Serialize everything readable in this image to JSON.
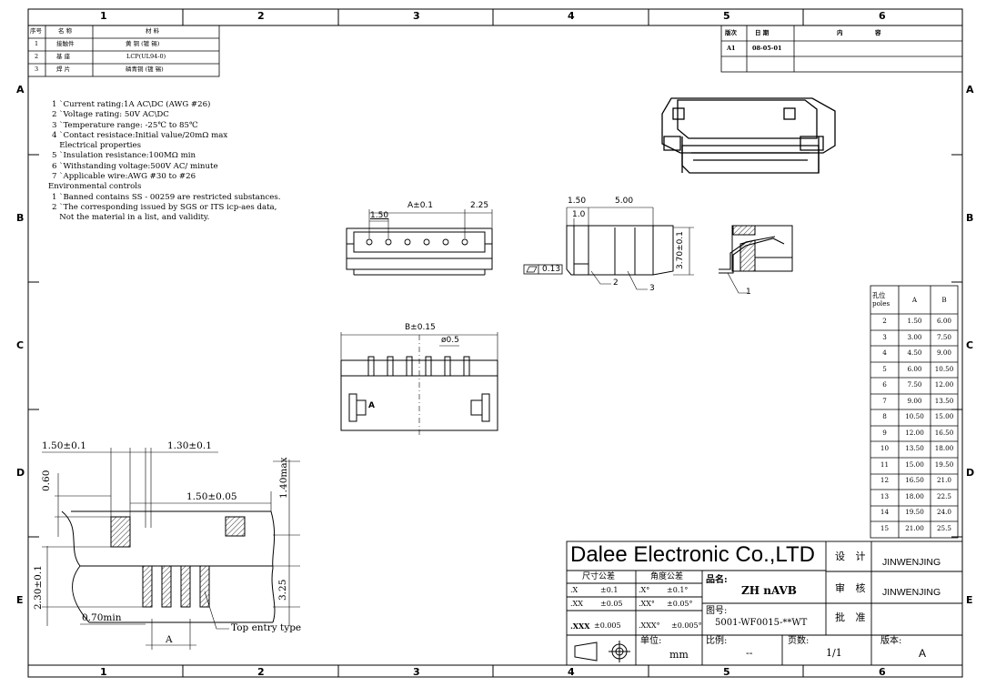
{
  "frame": {
    "cols": [
      "1",
      "2",
      "3",
      "4",
      "5",
      "6"
    ],
    "rows": [
      "A",
      "B",
      "C",
      "D",
      "E"
    ]
  },
  "bom": {
    "headers": [
      "序号",
      "名 称",
      "材 料"
    ],
    "rows": [
      [
        "1",
        "接触件",
        "黄 铜 (镀 锡)"
      ],
      [
        "2",
        "基 座",
        "LCP(UL94-0)"
      ],
      [
        "3",
        "焊 片",
        "磷青铜 (镀 锡)"
      ]
    ]
  },
  "revision": {
    "headers": [
      "版次",
      "日 期",
      "内",
      "容"
    ],
    "rows": [
      [
        "A1",
        "08-05-01",
        ""
      ]
    ]
  },
  "notes": {
    "lines": [
      "1 `Current rating:1A AC\\DC (AWG #26)",
      "2 `Voltage rating: 50V AC\\DC",
      "3 `Temperature range: -25℃ to 85℃",
      "4 `Contact resistace:Initial value/20mΩ max",
      "   Electrical properties",
      "5 `Insulation resistance:100MΩ min",
      "6 `Withstanding voltage:500V AC/ minute",
      "7 `Applicable wire:AWG #30 to #26",
      "Environmental controls",
      "1 `Banned contains SS - 00259 are restricted substances.",
      "2 `The corresponding issued by SGS or ITS icp-aes data,",
      "   Not the material in a list, and validity."
    ]
  },
  "front_view": {
    "dim_a": "A±0.1",
    "dim_225": "2.25",
    "dim_150": "1.50"
  },
  "side_view": {
    "dim_150": "1.50",
    "dim_500": "5.00",
    "dim_10": "1.0",
    "dim_370": "3.70±0.1",
    "flatness": "0.13",
    "callout_2": "2",
    "callout_3": "3"
  },
  "section_view": {
    "callout_1": "1"
  },
  "bottom_view": {
    "dim_b": "B±0.15",
    "dim_hole": "ø0.5",
    "mark_a": "A"
  },
  "pcb_layout": {
    "dim_150_top": "1.50±0.1",
    "dim_130": "1.30±0.1",
    "dim_060": "0.60",
    "dim_140max": "1.40max",
    "dim_150_mid": "1.50±0.05",
    "dim_230": "2.30±0.1",
    "dim_325": "3.25",
    "dim_070": "0.70min",
    "dim_a": "A",
    "top_entry": "Top entry type"
  },
  "pole_table": {
    "headers": [
      "孔位 poles",
      "A",
      "B"
    ],
    "rows": [
      [
        "2",
        "1.50",
        "6.00"
      ],
      [
        "3",
        "3.00",
        "7.50"
      ],
      [
        "4",
        "4.50",
        "9.00"
      ],
      [
        "5",
        "6.00",
        "10.50"
      ],
      [
        "6",
        "7.50",
        "12.00"
      ],
      [
        "7",
        "9.00",
        "13.50"
      ],
      [
        "8",
        "10.50",
        "15.00"
      ],
      [
        "9",
        "12.00",
        "16.50"
      ],
      [
        "10",
        "13.50",
        "18.00"
      ],
      [
        "11",
        "15.00",
        "19.50"
      ],
      [
        "12",
        "16.50",
        "21.0"
      ],
      [
        "13",
        "18.00",
        "22.5"
      ],
      [
        "14",
        "19.50",
        "24.0"
      ],
      [
        "15",
        "21.00",
        "25.5"
      ]
    ]
  },
  "title_block": {
    "company": "Dalee Electronic Co.,LTD",
    "tol_size_header": "尺寸公差",
    "tol_angle_header": "角度公差",
    "tol_rows": [
      [
        ".X",
        "±0.1",
        ".X°",
        "±0.1°"
      ],
      [
        ".XX",
        "±0.05",
        ".XX°",
        "±0.05°"
      ],
      [
        ".XXX",
        "±0.005",
        ".XXX°",
        "±0.005°"
      ]
    ],
    "product_label": "品名:",
    "product_value": "ZH nAVB",
    "drawing_label": "图号:",
    "drawing_value": "5001-WF0015-**WT",
    "unit_label": "单位:",
    "unit_value": "mm",
    "scale_label": "比例:",
    "scale_value": "--",
    "page_label": "页数:",
    "page_value": "1/1",
    "version_label": "版本:",
    "version_value": "A",
    "design_label": "设 计",
    "design_value": "JINWENJING",
    "review_label": "审 核",
    "review_value": "JINWENJING",
    "approve_label": "批 准",
    "approve_value": ""
  }
}
